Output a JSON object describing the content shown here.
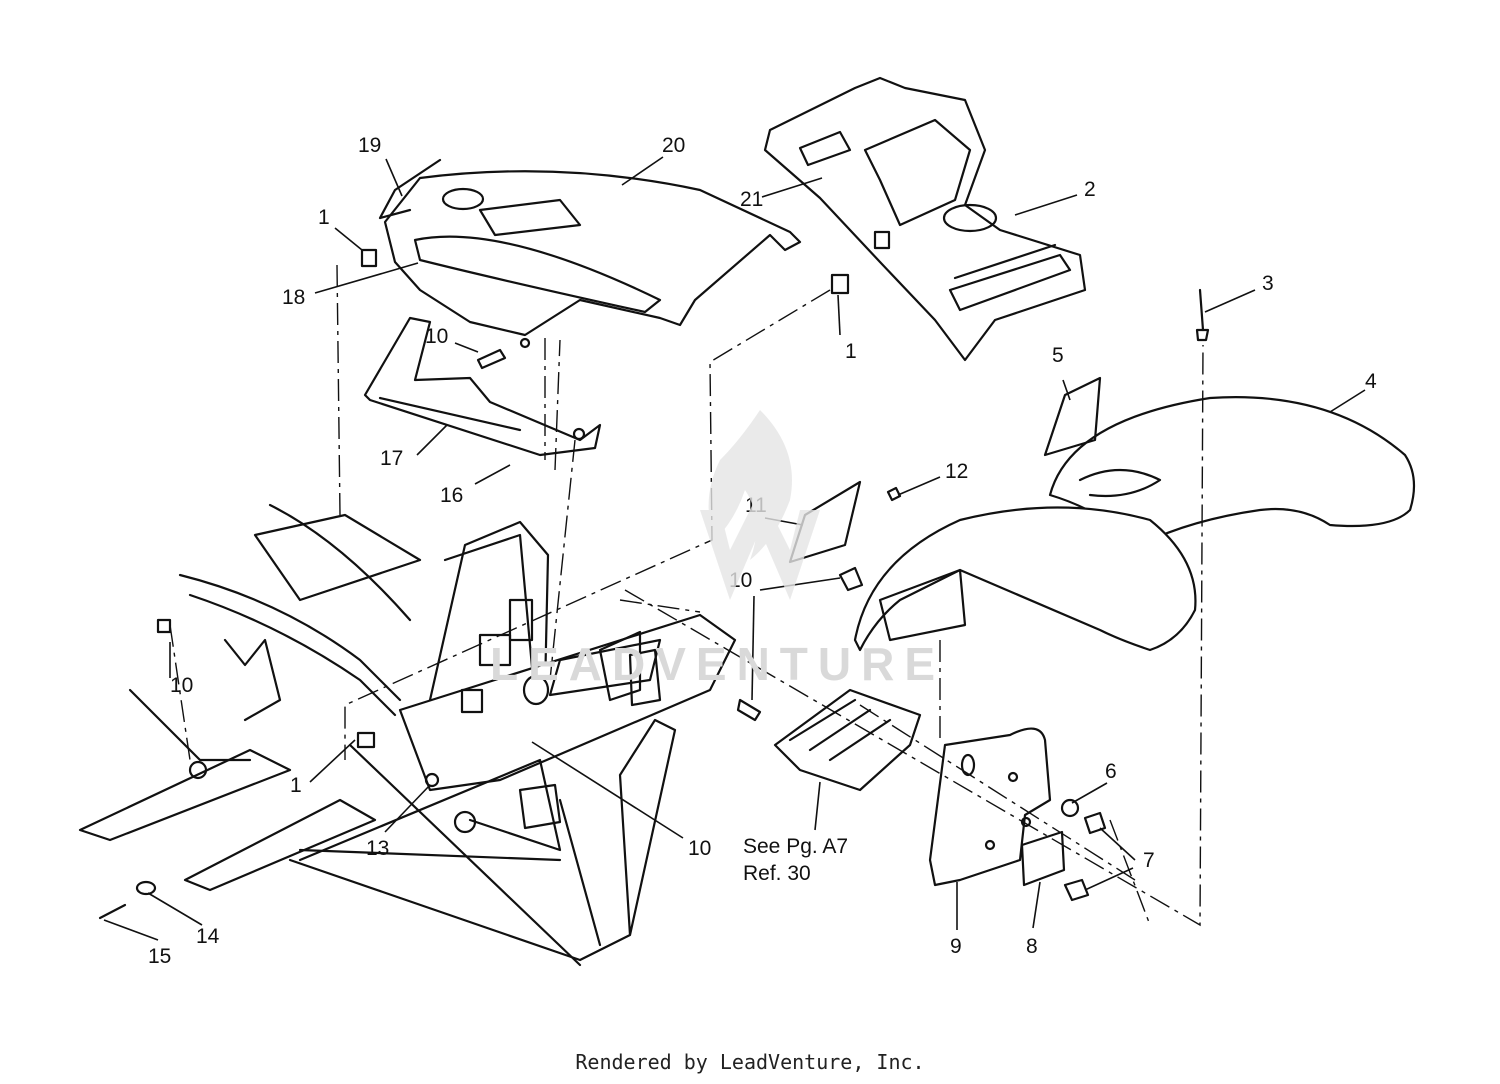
{
  "diagram": {
    "callouts": [
      {
        "id": "c19",
        "text": "19"
      },
      {
        "id": "c20",
        "text": "20"
      },
      {
        "id": "c21",
        "text": "21"
      },
      {
        "id": "c2",
        "text": "2"
      },
      {
        "id": "c1a",
        "text": "1"
      },
      {
        "id": "c18",
        "text": "18"
      },
      {
        "id": "c1b",
        "text": "1"
      },
      {
        "id": "c10a",
        "text": "10"
      },
      {
        "id": "c3",
        "text": "3"
      },
      {
        "id": "c5",
        "text": "5"
      },
      {
        "id": "c4",
        "text": "4"
      },
      {
        "id": "c17",
        "text": "17"
      },
      {
        "id": "c16",
        "text": "16"
      },
      {
        "id": "c12",
        "text": "12"
      },
      {
        "id": "c11",
        "text": "11"
      },
      {
        "id": "c10b",
        "text": "10"
      },
      {
        "id": "c10c",
        "text": "10"
      },
      {
        "id": "c1c",
        "text": "1"
      },
      {
        "id": "c13",
        "text": "13"
      },
      {
        "id": "c10d",
        "text": "10"
      },
      {
        "id": "c6",
        "text": "6"
      },
      {
        "id": "c7",
        "text": "7"
      },
      {
        "id": "c14",
        "text": "14"
      },
      {
        "id": "c15",
        "text": "15"
      },
      {
        "id": "c9",
        "text": "9"
      },
      {
        "id": "c8",
        "text": "8"
      }
    ],
    "reference_note": {
      "line1": "See Pg. A7",
      "line2": "Ref. 30"
    }
  },
  "watermark": {
    "text": "LEADVENTURE"
  },
  "footer": {
    "text": "Rendered by LeadVenture, Inc."
  }
}
